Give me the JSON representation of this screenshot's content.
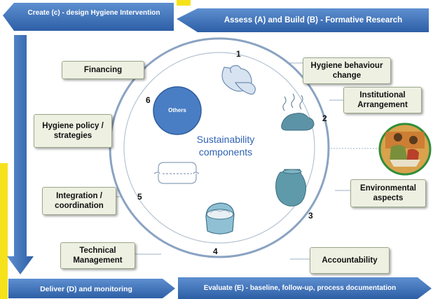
{
  "banners": {
    "create": "Create (c) - design Hygiene Intervention",
    "assess": "Assess (A) and Build (B) - Formative Research",
    "deliver": "Deliver (D) and monitoring",
    "evaluate": "Evaluate (E) - baseline, follow-up, process documentation"
  },
  "center": {
    "line1": "Sustainability",
    "line2": "components",
    "others": "Others"
  },
  "components": {
    "hygiene_behaviour_change": "Hygiene behaviour change",
    "institutional_arrangement": "Institutional Arrangement",
    "environmental_aspects": "Environmental aspects",
    "accountability": "Accountability",
    "technical_management": "Technical Management",
    "integration_coordination": "Integration / coordination",
    "hygiene_policy_strategies": "Hygiene policy / strategies",
    "financing": "Financing"
  },
  "numbers": [
    "1",
    "2",
    "3",
    "4",
    "5",
    "6"
  ],
  "colors": {
    "arrow_blue": "#3f73b8",
    "yellow": "#f6e21a",
    "others_circle": "#4a7ec4",
    "box_fill": "#eef0e2"
  },
  "icons": [
    "hand-washing-icon",
    "waste-pile-icon",
    "water-pot-icon",
    "laundry-basket-icon",
    "sanitary-pad-icon",
    "community-photo-icon"
  ]
}
